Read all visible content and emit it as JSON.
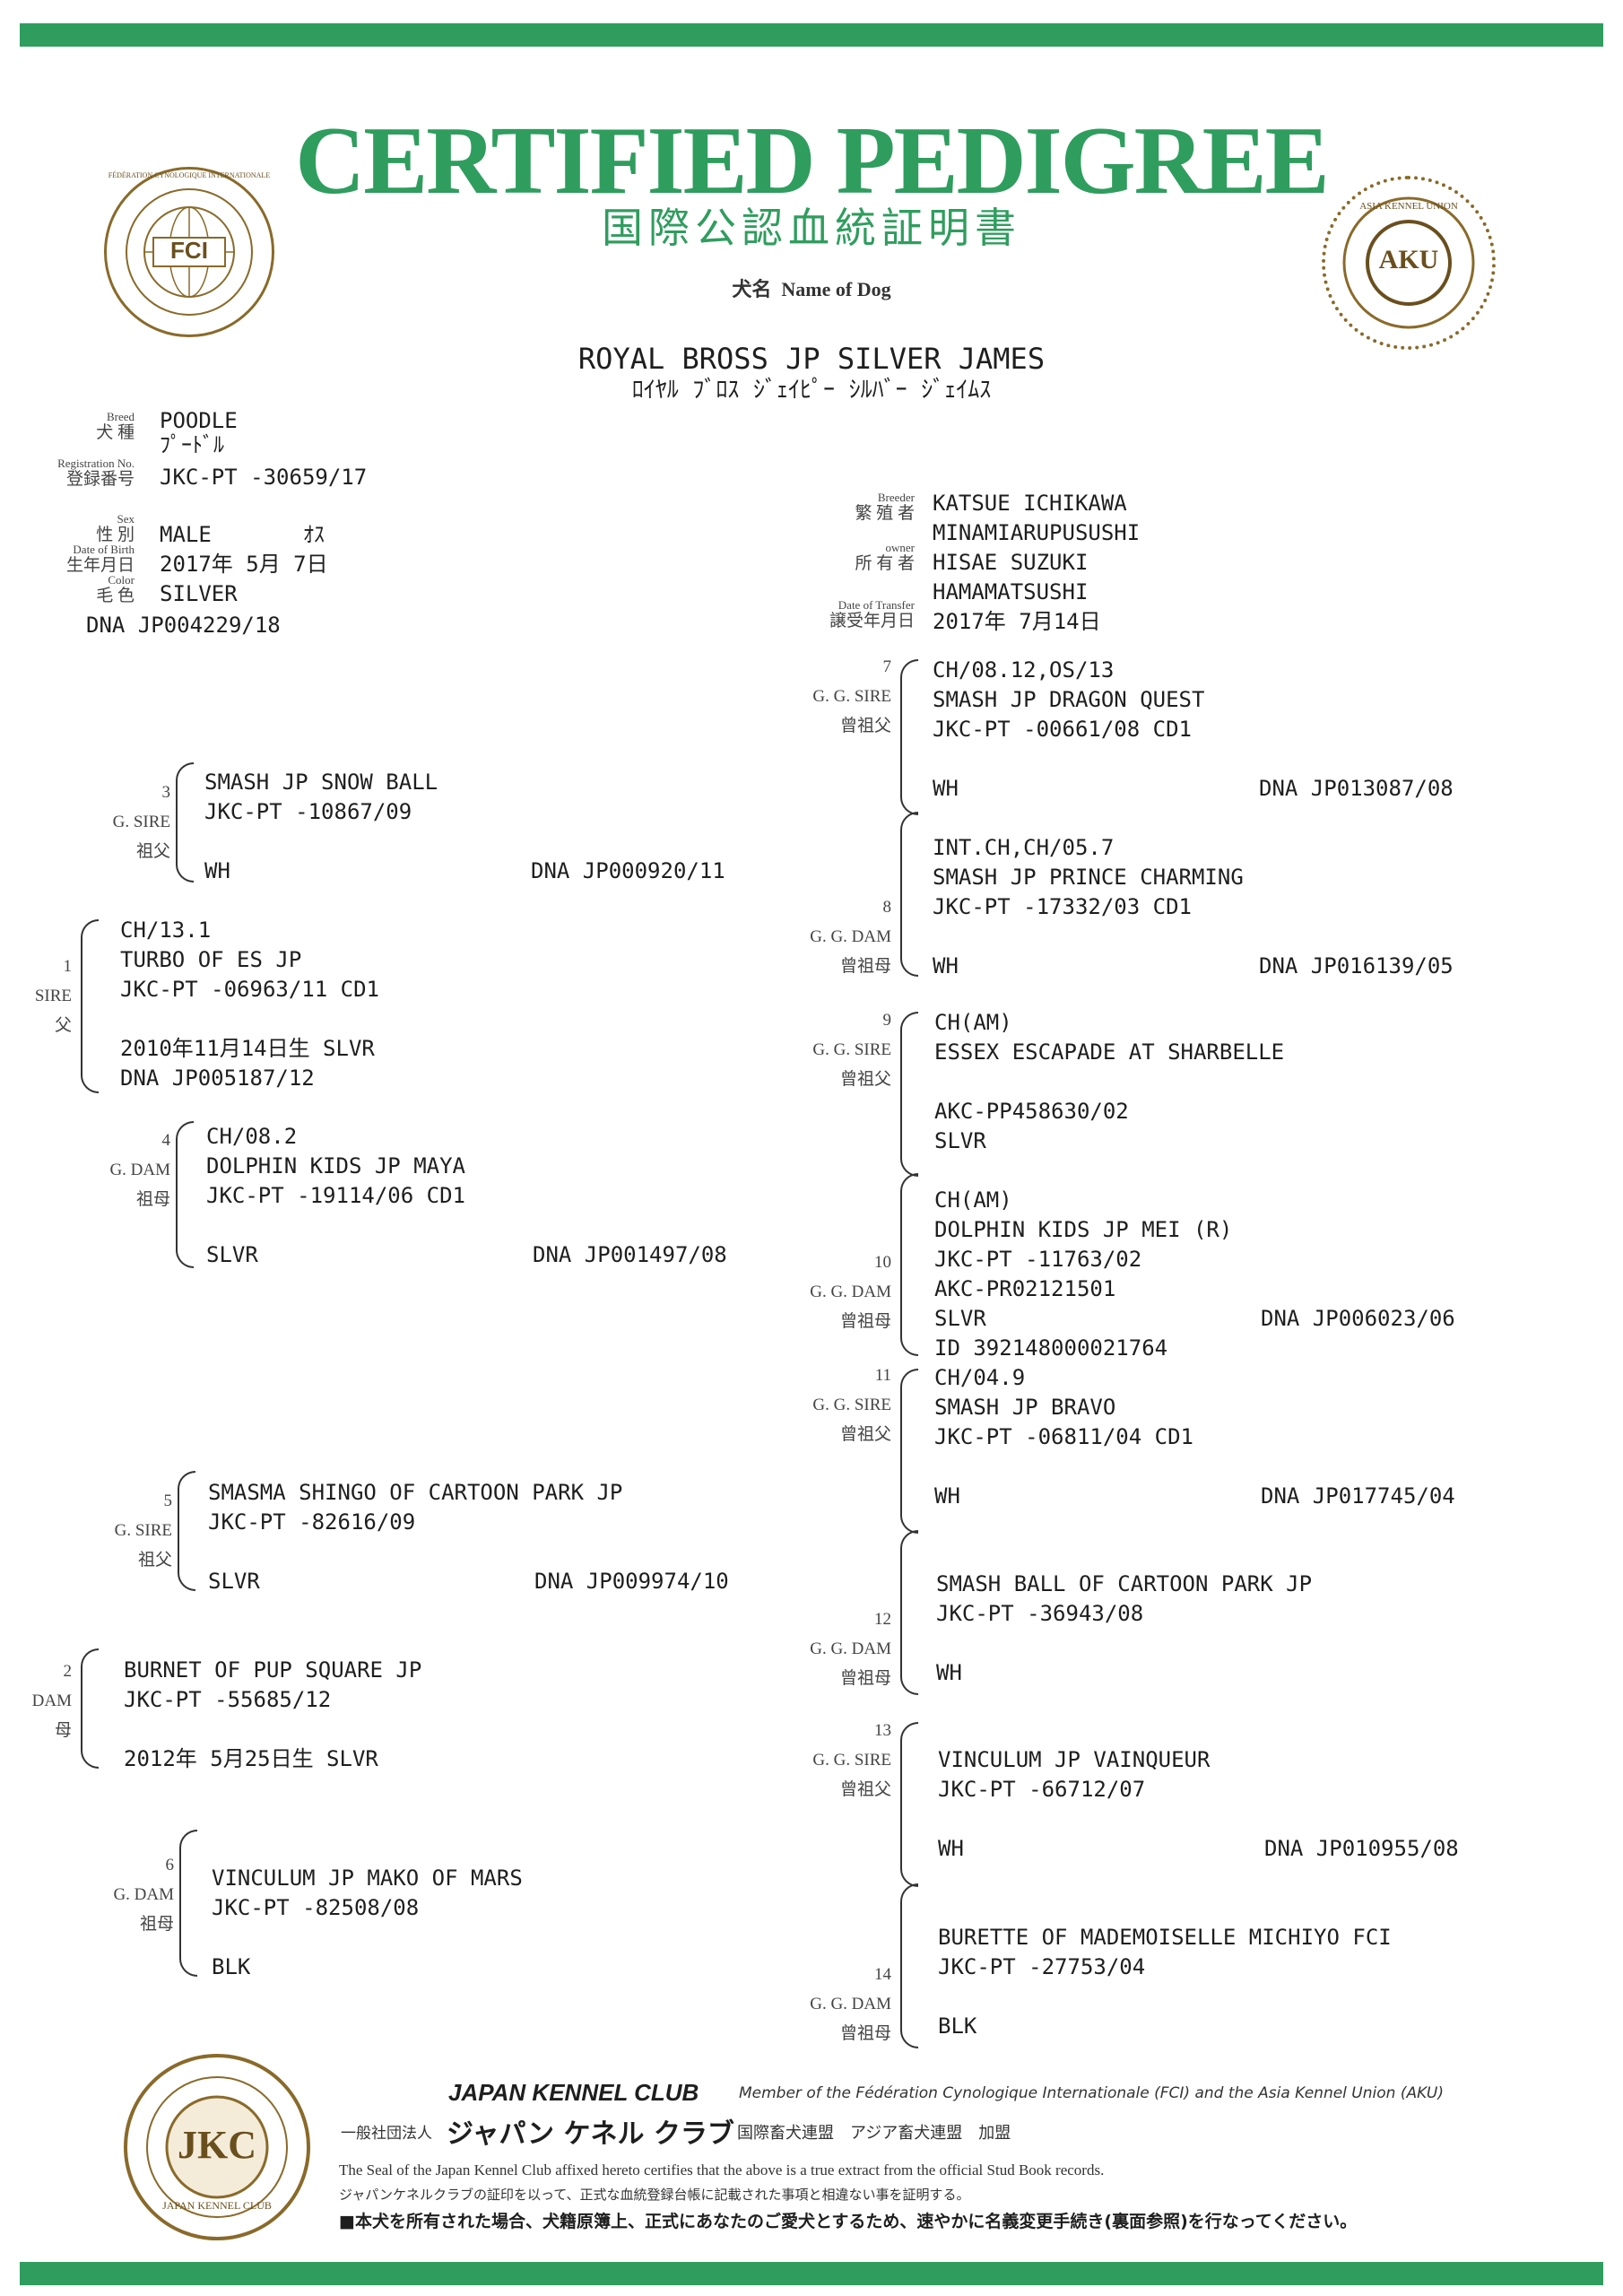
{
  "header": {
    "title": "CERTIFIED PEDIGREE",
    "subtitle": "国際公認血統証明書",
    "name_label_jp": "犬名",
    "name_label_en": "Name of Dog",
    "dog_name": "ROYAL BROSS JP SILVER JAMES",
    "dog_name_kana": "ﾛｲﾔﾙ ﾌﾞﾛｽ ｼﾞｪｲﾋﾟｰ ｼﾙﾊﾞｰ ｼﾞｪｲﾑｽ"
  },
  "seals": {
    "fci_text": "FCI",
    "fci_ring": "FÉDÉRATION CYNOLOGIQUE INTERNATIONALE",
    "akc_text": "AKU",
    "akc_ring": "ASIA KENNEL UNION",
    "jkc_text": "JKC",
    "jkc_ring": "JAPAN KENNEL CLUB"
  },
  "dog": {
    "breed_label_en": "Breed",
    "breed_label_jp": "犬 種",
    "breed": "POODLE",
    "breed_kana": "ﾌﾟｰﾄﾞﾙ",
    "reg_label_en": "Registration No.",
    "reg_label_jp": "登録番号",
    "reg_no": "JKC-PT -30659/17",
    "sex_label_en": "Sex",
    "sex_label_jp": "性 別",
    "sex": "MALE",
    "sex_kana": "ｵｽ",
    "dob_label_en": "Date of Birth",
    "dob_label_jp": "生年月日",
    "dob": "2017年 5月 7日",
    "color_label_en": "Color",
    "color_label_jp": "毛 色",
    "color": "SILVER",
    "dna": "DNA JP004229/18"
  },
  "owner": {
    "breeder_label_en": "Breeder",
    "breeder_label_jp": "繁 殖 者",
    "breeder": "KATSUE ICHIKAWA",
    "breeder_place": "MINAMIARUPUSUSHI",
    "owner_label_en": "owner",
    "owner_label_jp": "所 有 者",
    "owner": "HISAE SUZUKI",
    "owner_place": "HAMAMATSUSHI",
    "transfer_label_en": "Date of Transfer",
    "transfer_label_jp": "譲受年月日",
    "transfer_date": "2017年 7月14日"
  },
  "parents": [
    {
      "num": "1",
      "role_en": "SIRE",
      "role_jp": "父",
      "lines": [
        "CH/13.1",
        "TURBO OF ES JP",
        "JKC-PT -06963/11    CD1",
        "",
        "2010年11月14日生    SLVR",
        "DNA JP005187/12"
      ]
    },
    {
      "num": "2",
      "role_en": "DAM",
      "role_jp": "母",
      "lines": [
        "BURNET OF PUP SQUARE JP",
        "JKC-PT -55685/12",
        "",
        "2012年 5月25日生    SLVR"
      ]
    }
  ],
  "grandparents": [
    {
      "num": "3",
      "role_en": "G. SIRE",
      "role_jp": "祖父",
      "lines": [
        "SMASH JP SNOW BALL",
        "JKC-PT -10867/09",
        "",
        "WH"
      ],
      "dna": "DNA JP000920/11"
    },
    {
      "num": "4",
      "role_en": "G. DAM",
      "role_jp": "祖母",
      "lines": [
        "CH/08.2",
        "DOLPHIN KIDS JP MAYA",
        "JKC-PT -19114/06    CD1",
        "",
        "SLVR"
      ],
      "dna": "DNA JP001497/08"
    },
    {
      "num": "5",
      "role_en": "G. SIRE",
      "role_jp": "祖父",
      "lines": [
        "SMASMA SHINGO OF CARTOON PARK JP",
        "JKC-PT -82616/09",
        "",
        "SLVR"
      ],
      "dna": "DNA JP009974/10"
    },
    {
      "num": "6",
      "role_en": "G. DAM",
      "role_jp": "祖母",
      "lines": [
        "VINCULUM JP MAKO OF MARS",
        "JKC-PT -82508/08",
        "",
        "BLK"
      ],
      "dna": ""
    }
  ],
  "great_grandparents": [
    {
      "num": "7",
      "role_en": "G. G. SIRE",
      "role_jp": "曾祖父",
      "lines": [
        "CH/08.12,OS/13",
        "SMASH JP DRAGON QUEST",
        "JKC-PT -00661/08    CD1",
        "",
        "WH"
      ],
      "dna": "DNA JP013087/08"
    },
    {
      "num": "8",
      "role_en": "G. G. DAM",
      "role_jp": "曾祖母",
      "lines": [
        "INT.CH,CH/05.7",
        "SMASH JP PRINCE CHARMING",
        "JKC-PT -17332/03    CD1",
        "",
        "WH"
      ],
      "dna": "DNA JP016139/05"
    },
    {
      "num": "9",
      "role_en": "G. G. SIRE",
      "role_jp": "曾祖父",
      "lines": [
        "CH(AM)",
        "ESSEX ESCAPADE AT SHARBELLE",
        "",
        "AKC-PP458630/02",
        "SLVR"
      ],
      "dna": ""
    },
    {
      "num": "10",
      "role_en": "G. G. DAM",
      "role_jp": "曾祖母",
      "lines": [
        "CH(AM)",
        "DOLPHIN KIDS JP MEI (R)",
        "JKC-PT -11763/02",
        "AKC-PR02121501",
        "SLVR",
        "ID 392148000021764"
      ],
      "dna": "DNA JP006023/06"
    },
    {
      "num": "11",
      "role_en": "G. G. SIRE",
      "role_jp": "曾祖父",
      "lines": [
        "CH/04.9",
        "SMASH JP BRAVO",
        "JKC-PT -06811/04    CD1",
        "",
        "WH"
      ],
      "dna": "DNA JP017745/04"
    },
    {
      "num": "12",
      "role_en": "G. G. DAM",
      "role_jp": "曾祖母",
      "lines": [
        "SMASH BALL OF CARTOON PARK JP",
        "JKC-PT -36943/08",
        "",
        "WH"
      ],
      "dna": ""
    },
    {
      "num": "13",
      "role_en": "G. G. SIRE",
      "role_jp": "曾祖父",
      "lines": [
        "VINCULUM JP VAINQUEUR",
        "JKC-PT -66712/07",
        "",
        "WH"
      ],
      "dna": "DNA JP010955/08"
    },
    {
      "num": "14",
      "role_en": "G. G. DAM",
      "role_jp": "曾祖母",
      "lines": [
        "BURETTE OF MADEMOISELLE MICHIYO FCI",
        "JKC-PT -27753/04",
        "",
        "BLK"
      ],
      "dna": ""
    }
  ],
  "footer": {
    "club": "JAPAN KENNEL CLUB",
    "member": "Member of the Fédération Cynologique Internationale (FCI) and the Asia Kennel Union (AKU)",
    "org_prefix": "一般社団法人",
    "org_kana": "ジャパン ケネル クラブ",
    "affil": "国際畜犬連盟　アジア畜犬連盟　加盟",
    "seal_en": "The Seal of the Japan Kennel Club affixed hereto certifies that the above is a true extract from the official Stud Book records.",
    "seal_jp": "ジャパンケネルクラブの証印を以って、正式な血統登録台帳に記載された事項と相違ない事を証明する。",
    "notice": "■本犬を所有された場合、犬籍原簿上、正式にあなたのご愛犬とするため、速やかに名義変更手続き(裏面参照)を行なってください。"
  },
  "colors": {
    "accent": "#2f9d5e",
    "seal_gold": "#8a6a2a"
  }
}
